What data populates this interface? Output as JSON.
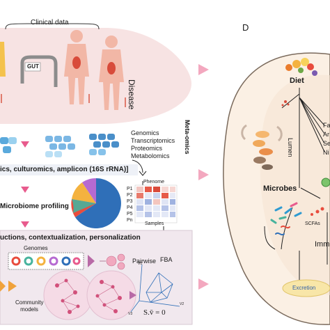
{
  "left_panel": {
    "clinical_data": "Clinical data",
    "gut_label": "GUT",
    "disease_label": "Disease",
    "omics_list": [
      "Genomics",
      "Transcriptomics",
      "Proteomics",
      "Metabolomics"
    ],
    "meta_omics_label": "Meta-omics",
    "methods_banner": "ics, culturomics, amplicon (16S rRNA)]",
    "microbiome_profiling": "Microbiome profiling",
    "phenome_label": "Phenome",
    "phenome_rows": [
      "P1",
      "P2",
      "P3",
      "P4",
      "P5",
      "Pn"
    ],
    "samples_label": "Samples",
    "modeling_banner": "uctions, contextualization, personalization",
    "genomes_label": "Genomes",
    "pairwise_label": "Pairwise",
    "fba_label": "FBA",
    "community_models_label": "Community models",
    "equation": "S.v̄ = 0",
    "flux_axes": [
      "V1",
      "V2",
      "V3"
    ],
    "pie_colors": [
      "#2f6fb8",
      "#e84c3d",
      "#f4b23f",
      "#b66ad1",
      "#47b39d",
      "#7ac3e8"
    ]
  },
  "right_panel": {
    "panel_letter": "D",
    "diet_label": "Diet",
    "lumen_label": "Lumen",
    "microbes_label": "Microbes",
    "scfas_label": "SCFAs",
    "immune_label": "Imm",
    "excretion_label": "Excretion",
    "branch_labels": [
      "Fa",
      "Ar",
      "Se",
      "Ni"
    ]
  }
}
